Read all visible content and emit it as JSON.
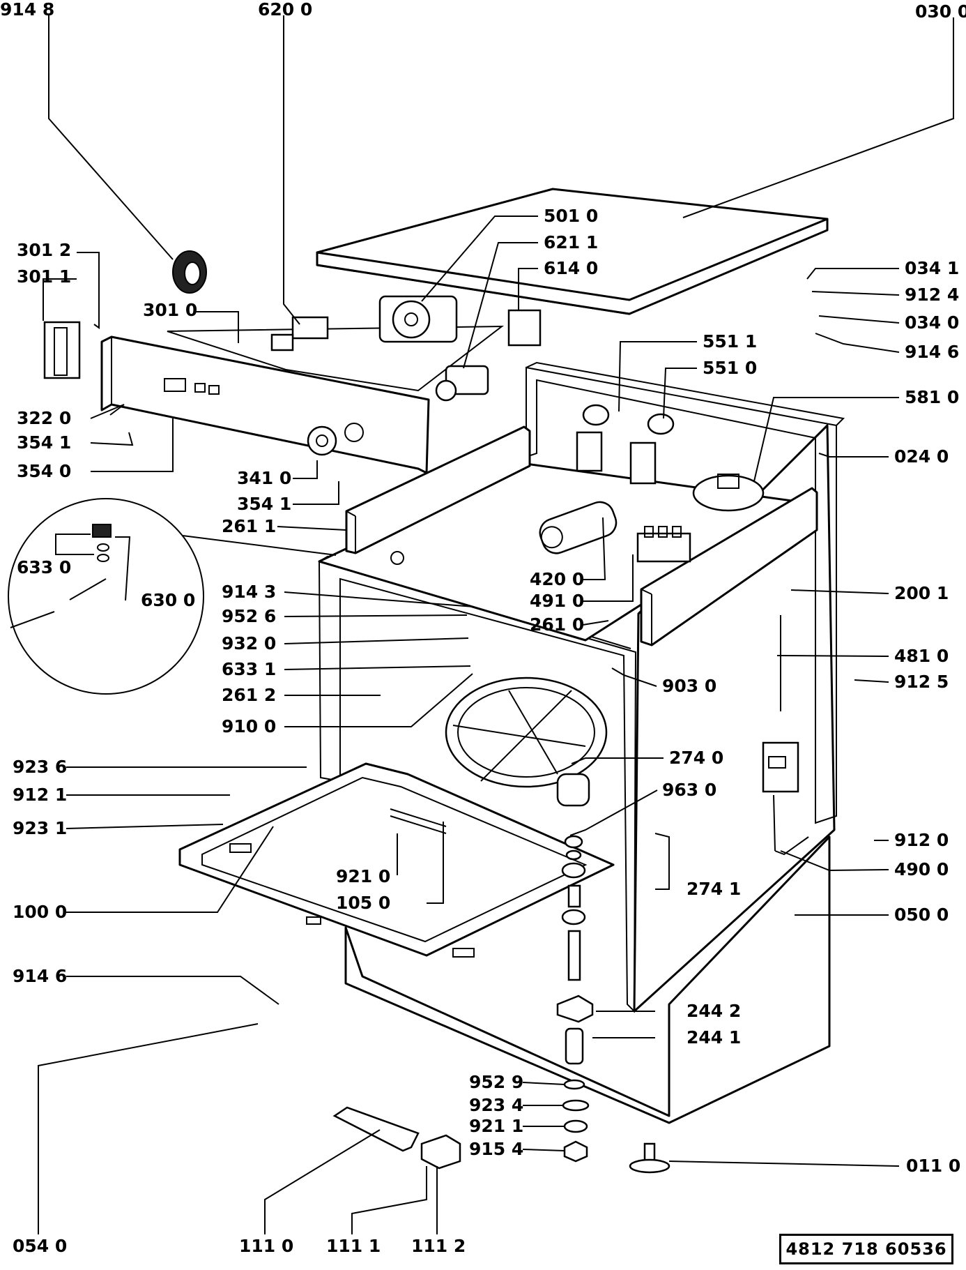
{
  "document_number": "4812 718 60536",
  "parts": [
    {
      "id": "p9148",
      "label": "914 8"
    },
    {
      "id": "p6200",
      "label": "620 0"
    },
    {
      "id": "p0300",
      "label": "030 0"
    },
    {
      "id": "p3012",
      "label": "301 2"
    },
    {
      "id": "p3011",
      "label": "301 1"
    },
    {
      "id": "p3010",
      "label": "301 0"
    },
    {
      "id": "p5010",
      "label": "501 0"
    },
    {
      "id": "p6211",
      "label": "621 1"
    },
    {
      "id": "p6140",
      "label": "614 0"
    },
    {
      "id": "p0341",
      "label": "034 1"
    },
    {
      "id": "p9124",
      "label": "912 4"
    },
    {
      "id": "p0340",
      "label": "034 0"
    },
    {
      "id": "p9146a",
      "label": "914 6"
    },
    {
      "id": "p5511",
      "label": "551 1"
    },
    {
      "id": "p5510",
      "label": "551 0"
    },
    {
      "id": "p5810",
      "label": "581 0"
    },
    {
      "id": "p3220",
      "label": "322 0"
    },
    {
      "id": "p3541a",
      "label": "354 1"
    },
    {
      "id": "p3540",
      "label": "354 0"
    },
    {
      "id": "p0240",
      "label": "024 0"
    },
    {
      "id": "p3410",
      "label": "341 0"
    },
    {
      "id": "p3541b",
      "label": "354 1"
    },
    {
      "id": "p2611",
      "label": "261 1"
    },
    {
      "id": "p6330",
      "label": "633 0"
    },
    {
      "id": "p6300",
      "label": "630 0"
    },
    {
      "id": "p4200",
      "label": "420 0"
    },
    {
      "id": "p4910",
      "label": "491 0"
    },
    {
      "id": "p2610",
      "label": "261 0"
    },
    {
      "id": "p9143",
      "label": "914 3"
    },
    {
      "id": "p9526",
      "label": "952 6"
    },
    {
      "id": "p9320",
      "label": "932 0"
    },
    {
      "id": "p6331",
      "label": "633 1"
    },
    {
      "id": "p2612",
      "label": "261 2"
    },
    {
      "id": "p9100",
      "label": "910 0"
    },
    {
      "id": "p2001",
      "label": "200 1"
    },
    {
      "id": "p4810",
      "label": "481 0"
    },
    {
      "id": "p9125",
      "label": "912 5"
    },
    {
      "id": "p9030",
      "label": "903 0"
    },
    {
      "id": "p2740",
      "label": "274 0"
    },
    {
      "id": "p9236",
      "label": "923 6"
    },
    {
      "id": "p9121a",
      "label": "912 1"
    },
    {
      "id": "p9231",
      "label": "923 1"
    },
    {
      "id": "p9630",
      "label": "963 0"
    },
    {
      "id": "p9120",
      "label": "912 0"
    },
    {
      "id": "p9210",
      "label": "921 0"
    },
    {
      "id": "p4900",
      "label": "490 0"
    },
    {
      "id": "p1050",
      "label": "105 0"
    },
    {
      "id": "p2741",
      "label": "274 1"
    },
    {
      "id": "p1000",
      "label": "100 0"
    },
    {
      "id": "p0500",
      "label": "050 0"
    },
    {
      "id": "p9146b",
      "label": "914 6"
    },
    {
      "id": "p2442",
      "label": "244 2"
    },
    {
      "id": "p2441",
      "label": "244 1"
    },
    {
      "id": "p9529",
      "label": "952 9"
    },
    {
      "id": "p9234",
      "label": "923 4"
    },
    {
      "id": "p9211",
      "label": "921 1"
    },
    {
      "id": "p9154",
      "label": "915 4"
    },
    {
      "id": "p0110",
      "label": "011 0"
    },
    {
      "id": "p0540",
      "label": "054 0"
    },
    {
      "id": "p1110",
      "label": "111 0"
    },
    {
      "id": "p1111",
      "label": "111 1"
    },
    {
      "id": "p1112",
      "label": "111 2"
    }
  ]
}
